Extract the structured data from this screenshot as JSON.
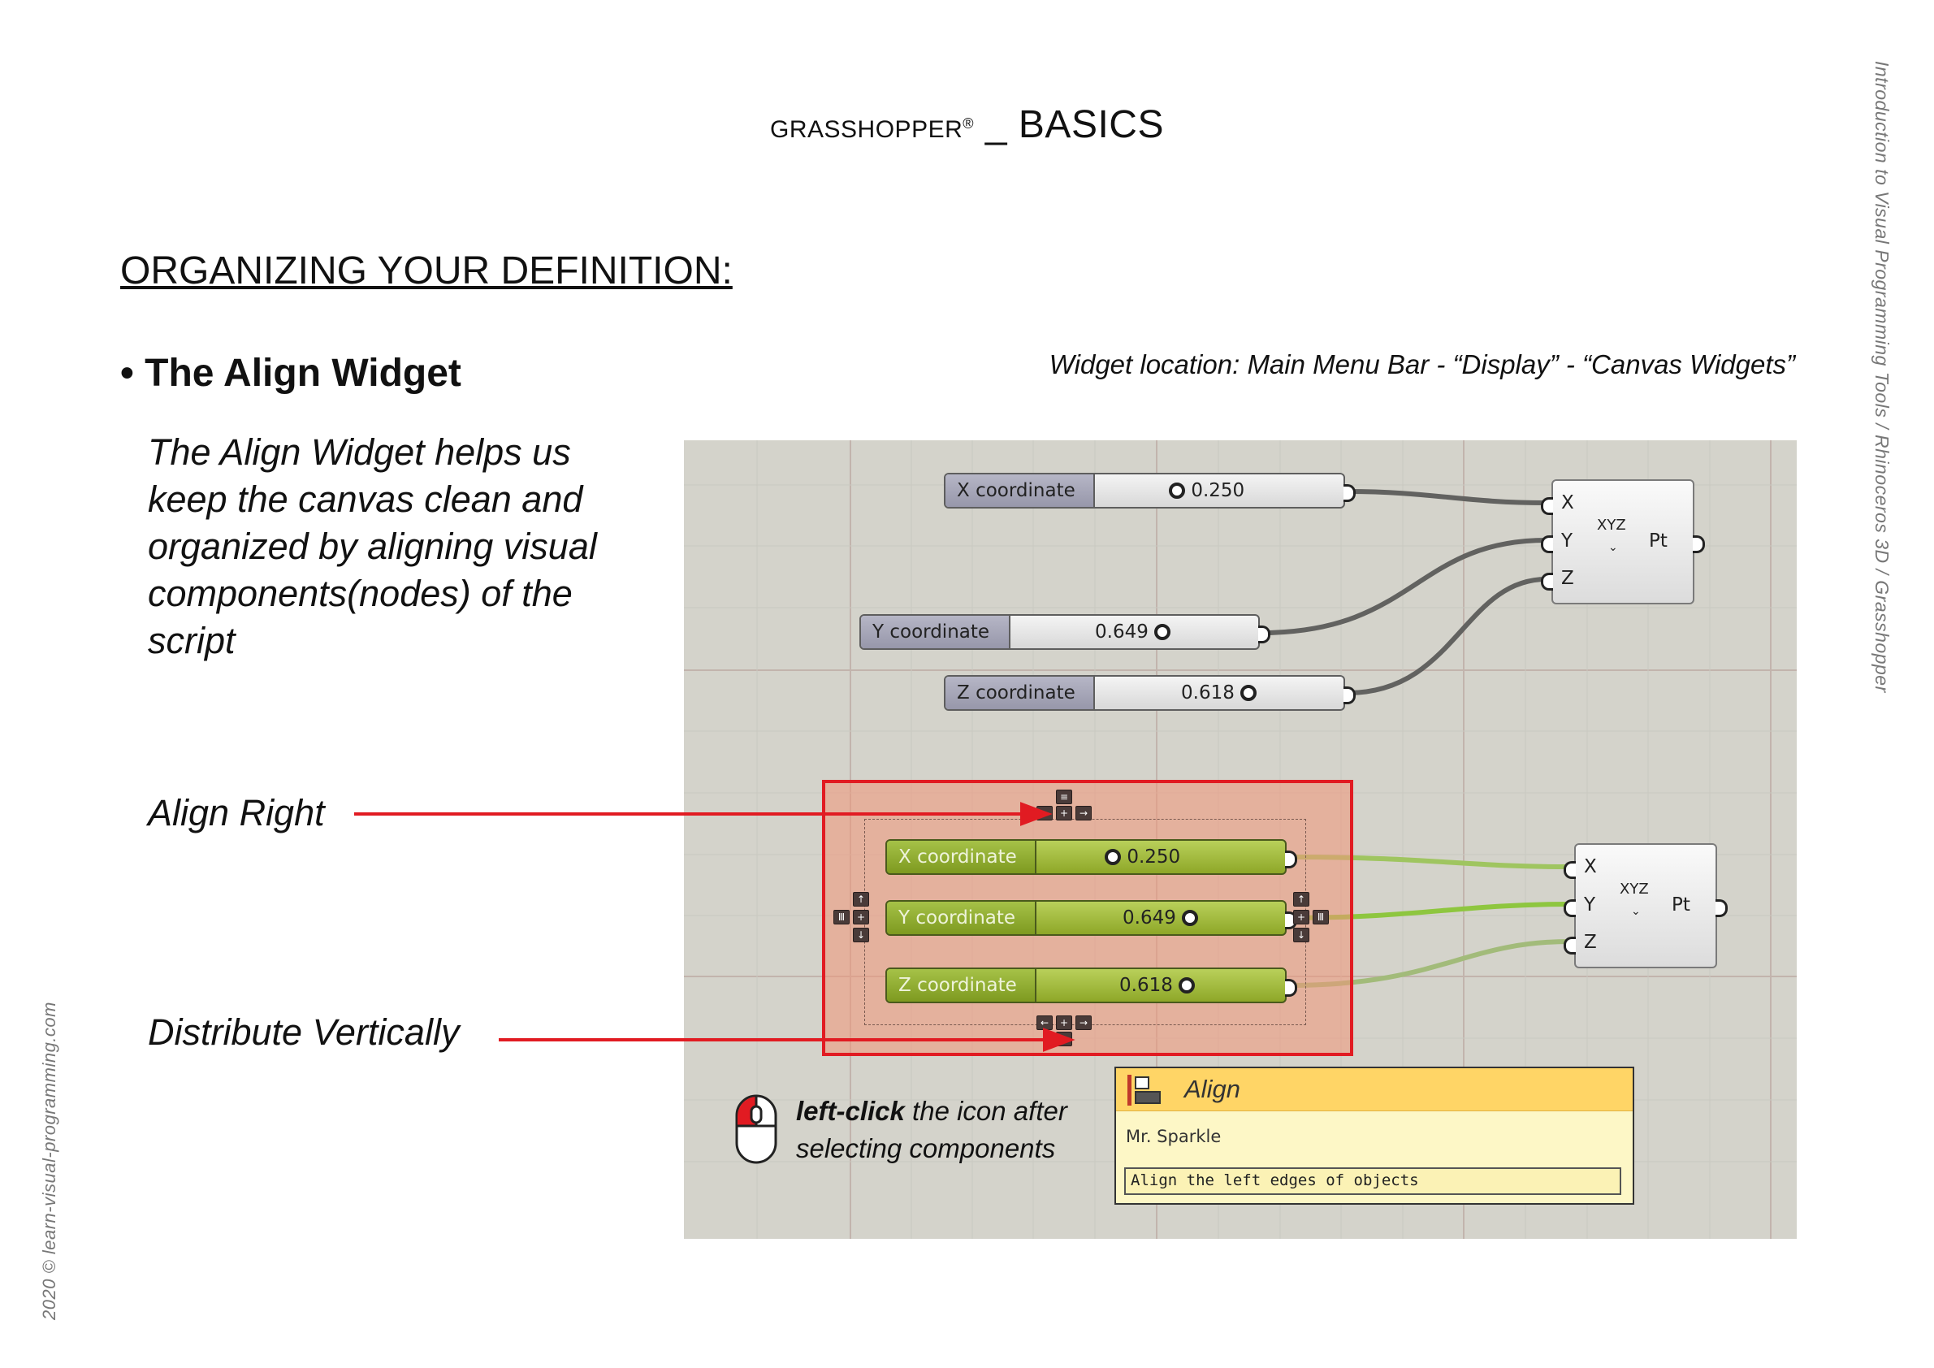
{
  "header": {
    "brand": "GRASSHOPPER",
    "registered": "®",
    "separator": " _ ",
    "topic": "BASICS"
  },
  "section_title": "ORGANIZING YOUR DEFINITION:",
  "bullet_title": "The Align Widget",
  "widget_location": "Widget location: Main Menu Bar  - “Display” - “Canvas Widgets”",
  "description": "The Align Widget helps us keep the canvas clean and organized by aligning visual components(nodes) of the script",
  "labels": {
    "align_right": "Align Right",
    "distribute_vertically": "Distribute Vertically"
  },
  "side_text_right": "Introduction to Visual Programming Tools / Rhinoceros 3D / Grasshopper",
  "side_text_left": "2020 © learn-visual-programming.com",
  "canvas": {
    "top_sliders": [
      {
        "label": "X coordinate",
        "value": "0.250"
      },
      {
        "label": "Y coordinate",
        "value": "0.649"
      },
      {
        "label": "Z coordinate",
        "value": "0.618"
      }
    ],
    "bottom_sliders": [
      {
        "label": "X coordinate",
        "value": "0.250"
      },
      {
        "label": "Y coordinate",
        "value": "0.649"
      },
      {
        "label": "Z coordinate",
        "value": "0.618"
      }
    ],
    "pt_node": {
      "inputs": [
        "X",
        "Y",
        "Z"
      ],
      "icon_text": "XYZ",
      "output": "Pt"
    }
  },
  "mouse_hint": {
    "bold": "left-click",
    "rest_line1": " the icon after",
    "line2": "selecting components"
  },
  "tooltip": {
    "title": "Align",
    "author": "Mr. Sparkle",
    "description": "Align the left edges of objects"
  },
  "colors": {
    "arrow": "#e11b22",
    "canvas": "#d4d3cb",
    "green_wire": "#8ec63f",
    "grey_wire": "#6b6b66"
  }
}
